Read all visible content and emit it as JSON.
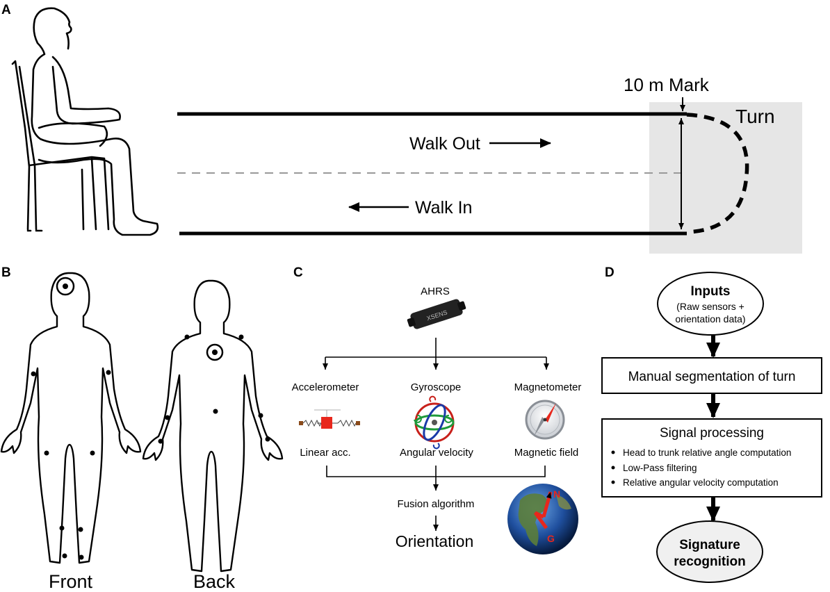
{
  "panel_a": {
    "letter": "A",
    "mark_label": "10 m Mark",
    "turn_label": "Turn",
    "walk_out_label": "Walk Out",
    "walk_in_label": "Walk In"
  },
  "panel_b": {
    "letter": "B",
    "front_label": "Front",
    "back_label": "Back"
  },
  "panel_c": {
    "letter": "C",
    "ahrs_label": "AHRS",
    "device_text": "XSENS",
    "accelerometer_label": "Accelerometer",
    "gyroscope_label": "Gyroscope",
    "magnetometer_label": "Magnetometer",
    "linear_acc_label": "Linear acc.",
    "angular_velocity_label": "Angular velocity",
    "magnetic_field_label": "Magnetic field",
    "fusion_label": "Fusion algorithm",
    "orientation_label": "Orientation",
    "globe_n": "N",
    "globe_g": "G"
  },
  "panel_d": {
    "letter": "D",
    "inputs_title": "Inputs",
    "inputs_sub_1": "(Raw sensors +",
    "inputs_sub_2": "orientation data)",
    "segmentation_label": "Manual segmentation of turn",
    "signal_title": "Signal processing",
    "signal_items": [
      "Head to trunk relative angle computation",
      "Low-Pass filtering",
      "Relative angular velocity computation"
    ],
    "signature_1": "Signature",
    "signature_2": "recognition"
  },
  "colors": {
    "line": "#000000",
    "turn_zone": "#e6e6e6",
    "dashed_center": "#999999",
    "signature_fill": "#f0f0f0",
    "accent_red": "#e8271c",
    "ocean": "#1f4f9e"
  }
}
